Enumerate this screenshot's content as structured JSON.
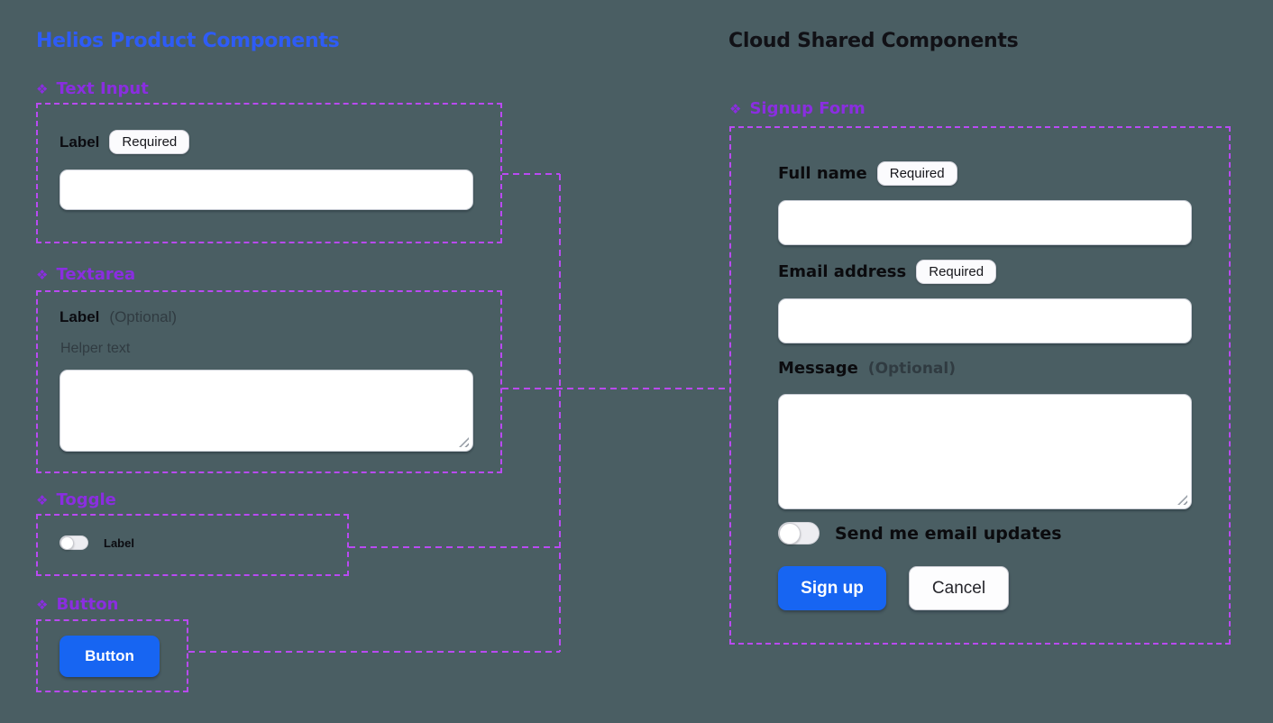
{
  "background": "#4a5e63",
  "colors": {
    "frame_outline_purple": "#b94af2",
    "section_header_purple": "#8a2ee0",
    "left_title_blue": "#2e5cf6",
    "right_title_dark": "#111116",
    "primary_button_blue": "#1765f2"
  },
  "icons": {
    "component_glyph": "❖"
  },
  "left": {
    "title": "Helios Product Components",
    "text_input": {
      "header": "Text Input",
      "label": "Label",
      "badge": "Required",
      "value": ""
    },
    "textarea": {
      "header": "Textarea",
      "label": "Label",
      "optional": "(Optional)",
      "helper": "Helper text",
      "value": ""
    },
    "toggle": {
      "header": "Toggle",
      "label": "Label",
      "state": "off"
    },
    "button": {
      "header": "Button",
      "label": "Button"
    }
  },
  "right": {
    "title": "Cloud Shared Components",
    "signup_form": {
      "header": "Signup Form",
      "full_name_label": "Full name",
      "full_name_badge": "Required",
      "full_name_value": "",
      "email_label": "Email address",
      "email_badge": "Required",
      "email_value": "",
      "message_label": "Message",
      "message_optional": "(Optional)",
      "message_value": "",
      "toggle_label": "Send me email updates",
      "toggle_state": "off",
      "submit_label": "Sign up",
      "cancel_label": "Cancel"
    }
  }
}
